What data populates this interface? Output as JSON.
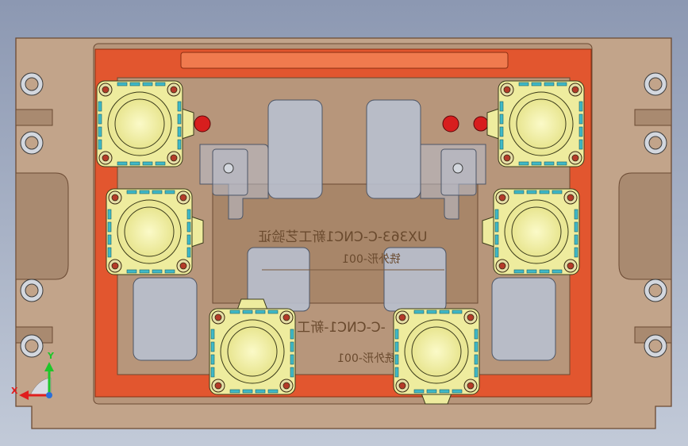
{
  "viewport": {
    "background_top": "#8c98b2",
    "background_bottom": "#c2cad8"
  },
  "model": {
    "name": "CNC fixture plate (mirrored top view)",
    "colors": {
      "plate": "#c2a48a",
      "plate_edge": "#6b4a33",
      "pocket": "#b7967b",
      "rail": "#e2562f",
      "clamp_body": "#eeec9e",
      "clamp_pad": "#3fb9c7",
      "locator_pin": "#d71e1e",
      "fixture_glass": "#b8c0cf"
    },
    "engraving_top": {
      "line1": "UX363-C-CNC1新工艺验证",
      "line2": "铣外形-001"
    },
    "engraving_bottom": {
      "line1": "-C-CNC1-新工",
      "line2": "铣外形-001"
    }
  },
  "triad": {
    "x_label": "X",
    "y_label": "Y",
    "x_color": "#e01e1e",
    "y_color": "#1fc62a",
    "z_color": "#2b6fd8"
  }
}
